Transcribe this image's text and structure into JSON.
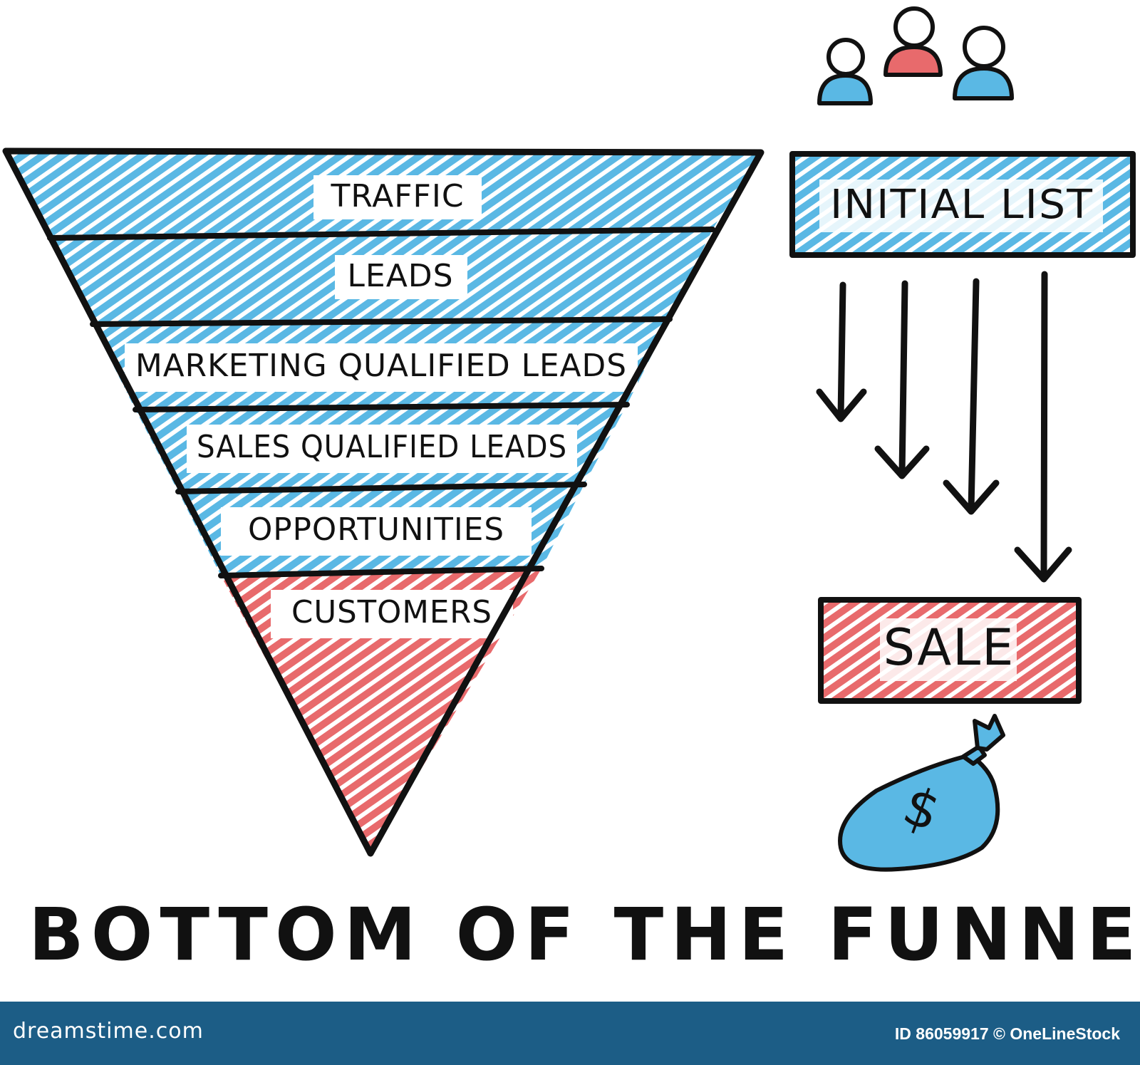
{
  "funnel": {
    "stages": [
      {
        "label": "TRAFFIC",
        "color": "#5ab8e4"
      },
      {
        "label": "LEADS",
        "color": "#5ab8e4"
      },
      {
        "label": "MARKETING QUALIFIED LEADS",
        "color": "#5ab8e4"
      },
      {
        "label": "SALES QUALIFIED LEADS",
        "color": "#5ab8e4"
      },
      {
        "label": "OPPORTUNITIES",
        "color": "#5ab8e4"
      },
      {
        "label": "CUSTOMERS",
        "color": "#e86a6c"
      }
    ]
  },
  "process": {
    "top_box_label": "INITIAL LIST",
    "bottom_box_label": "SALE",
    "arrow_count": 4,
    "money_bag_symbol": "$"
  },
  "title": "BOTTOM OF THE FUNNEL",
  "footer": {
    "brand": "dreamstime.com",
    "id_text": "ID 86059917 © OneLineStock"
  },
  "colors": {
    "blue": "#5ab8e4",
    "red": "#e86a6c",
    "ink": "#111111",
    "footer_bg": "#1c5d86"
  },
  "icons": [
    "person-icon",
    "person-icon",
    "person-icon",
    "arrow-down-icon",
    "money-bag-icon"
  ]
}
